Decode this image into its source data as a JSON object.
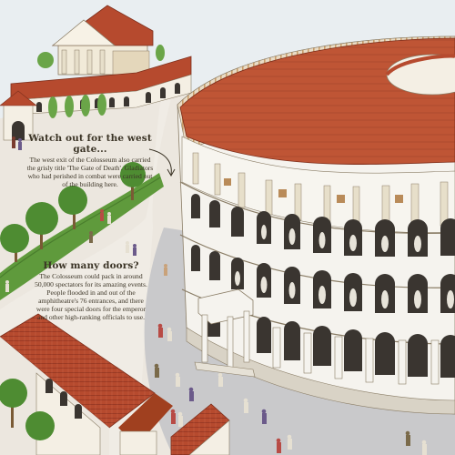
{
  "notes": {
    "west_gate": {
      "title": "Watch out for the west gate...",
      "body": "The west exit of the Colosseum also carried the grisly title 'The Gate of Death'. Gladiators who had perished in combat were carried out of the building here."
    },
    "doors": {
      "title": "How many doors?",
      "body": "The Colosseum could pack in around 50,000 spectators for its amazing events. People flooded in and out of the amphitheatre's 76 entrances, and there were four special doors for the emperor and other high-ranking officials to use."
    }
  },
  "colors": {
    "sky": "#e9eef1",
    "ground": "#ece7df",
    "plaza": "#c9c9cb",
    "grass": "#5f9a3c",
    "roof_tile": "#b64a2e",
    "stone": "#f5f3ee",
    "arch_shadow": "#3a3530",
    "annotation_ink": "#3b3426"
  }
}
